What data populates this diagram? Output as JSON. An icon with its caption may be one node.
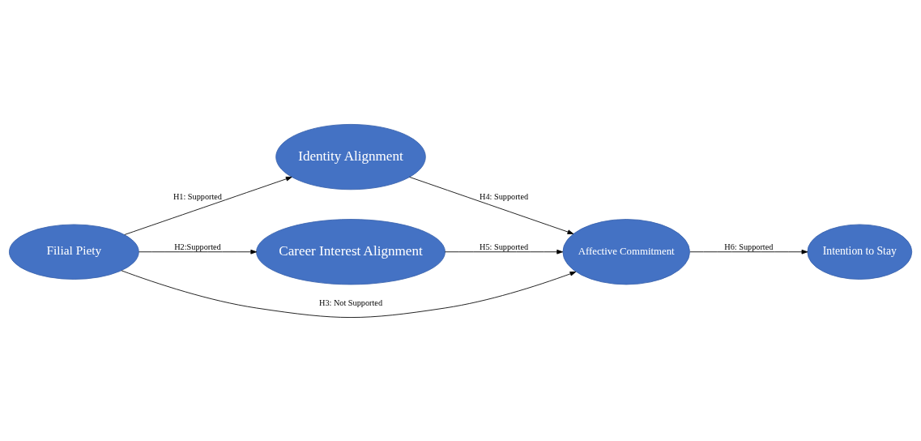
{
  "diagram": {
    "nodes": [
      {
        "text": [
          "Filial Piety"
        ]
      },
      {
        "text": [
          "Identity Alignment"
        ]
      },
      {
        "text": [
          "Career Interest Alignment"
        ]
      },
      {
        "text": [
          "Affective Commitment"
        ]
      },
      {
        "text": [
          "Intention to Stay"
        ]
      }
    ],
    "edges": [
      {
        "from": 0,
        "to": 1,
        "arrow": "to",
        "label": "H1: Supported"
      },
      {
        "from": 0,
        "to": 2,
        "arrow": "to",
        "label": "H2:Supported"
      },
      {
        "from": 0,
        "to": 3,
        "arrow": "to",
        "label": "H3: Not Supported"
      },
      {
        "from": 1,
        "to": 3,
        "arrow": "to",
        "label": "H4: Supported"
      },
      {
        "from": 2,
        "to": 3,
        "arrow": "to",
        "label": "H5: Supported"
      },
      {
        "from": 3,
        "to": 4,
        "arrow": "to",
        "label": "H6: Supported"
      }
    ]
  }
}
